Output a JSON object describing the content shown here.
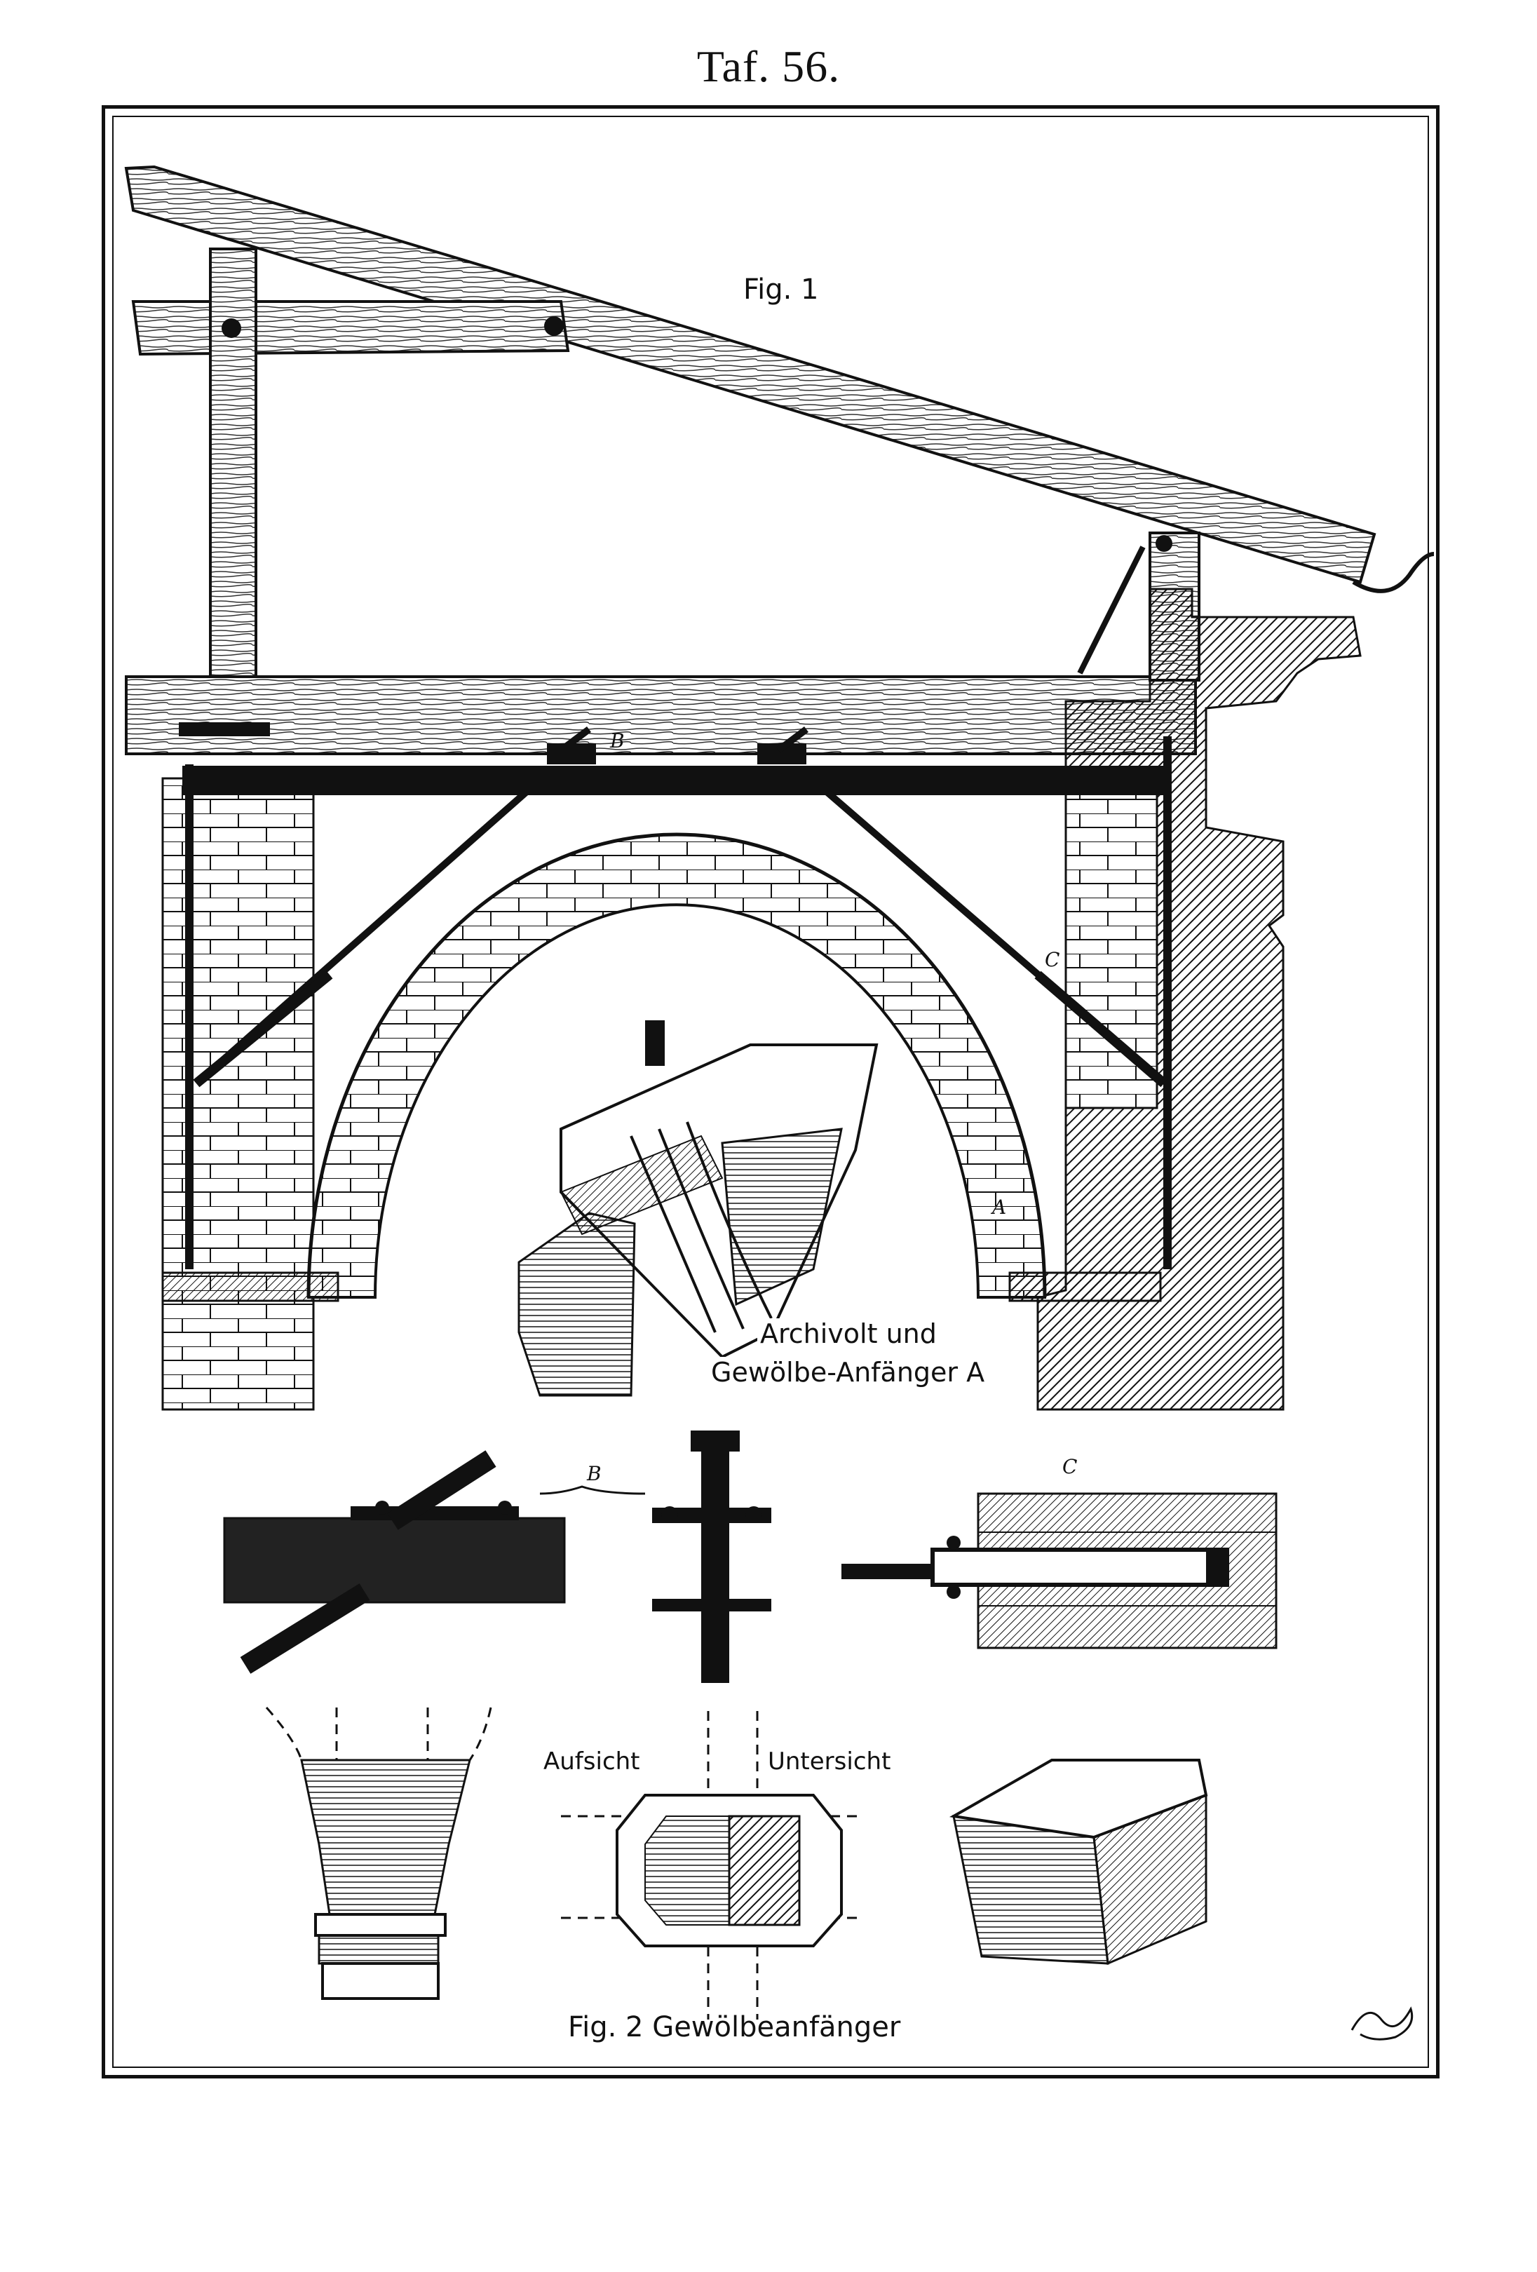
{
  "plate": {
    "title": "Taf. 56."
  },
  "fig1": {
    "title": "Fig. 1",
    "label_b": "B",
    "label_c": "C",
    "label_a": "A",
    "caption_line1": "Archivolt und",
    "caption_line2": "Gewölbe-Anfänger A"
  },
  "details": {
    "label_b": "B",
    "label_c": "C"
  },
  "fig2": {
    "label_aufsicht": "Aufsicht",
    "label_untersicht": "Untersicht",
    "caption": "Fig. 2 Gewölbeanfänger"
  },
  "colors": {
    "ink": "#111111",
    "paper": "#ffffff",
    "shade": "#333333"
  }
}
